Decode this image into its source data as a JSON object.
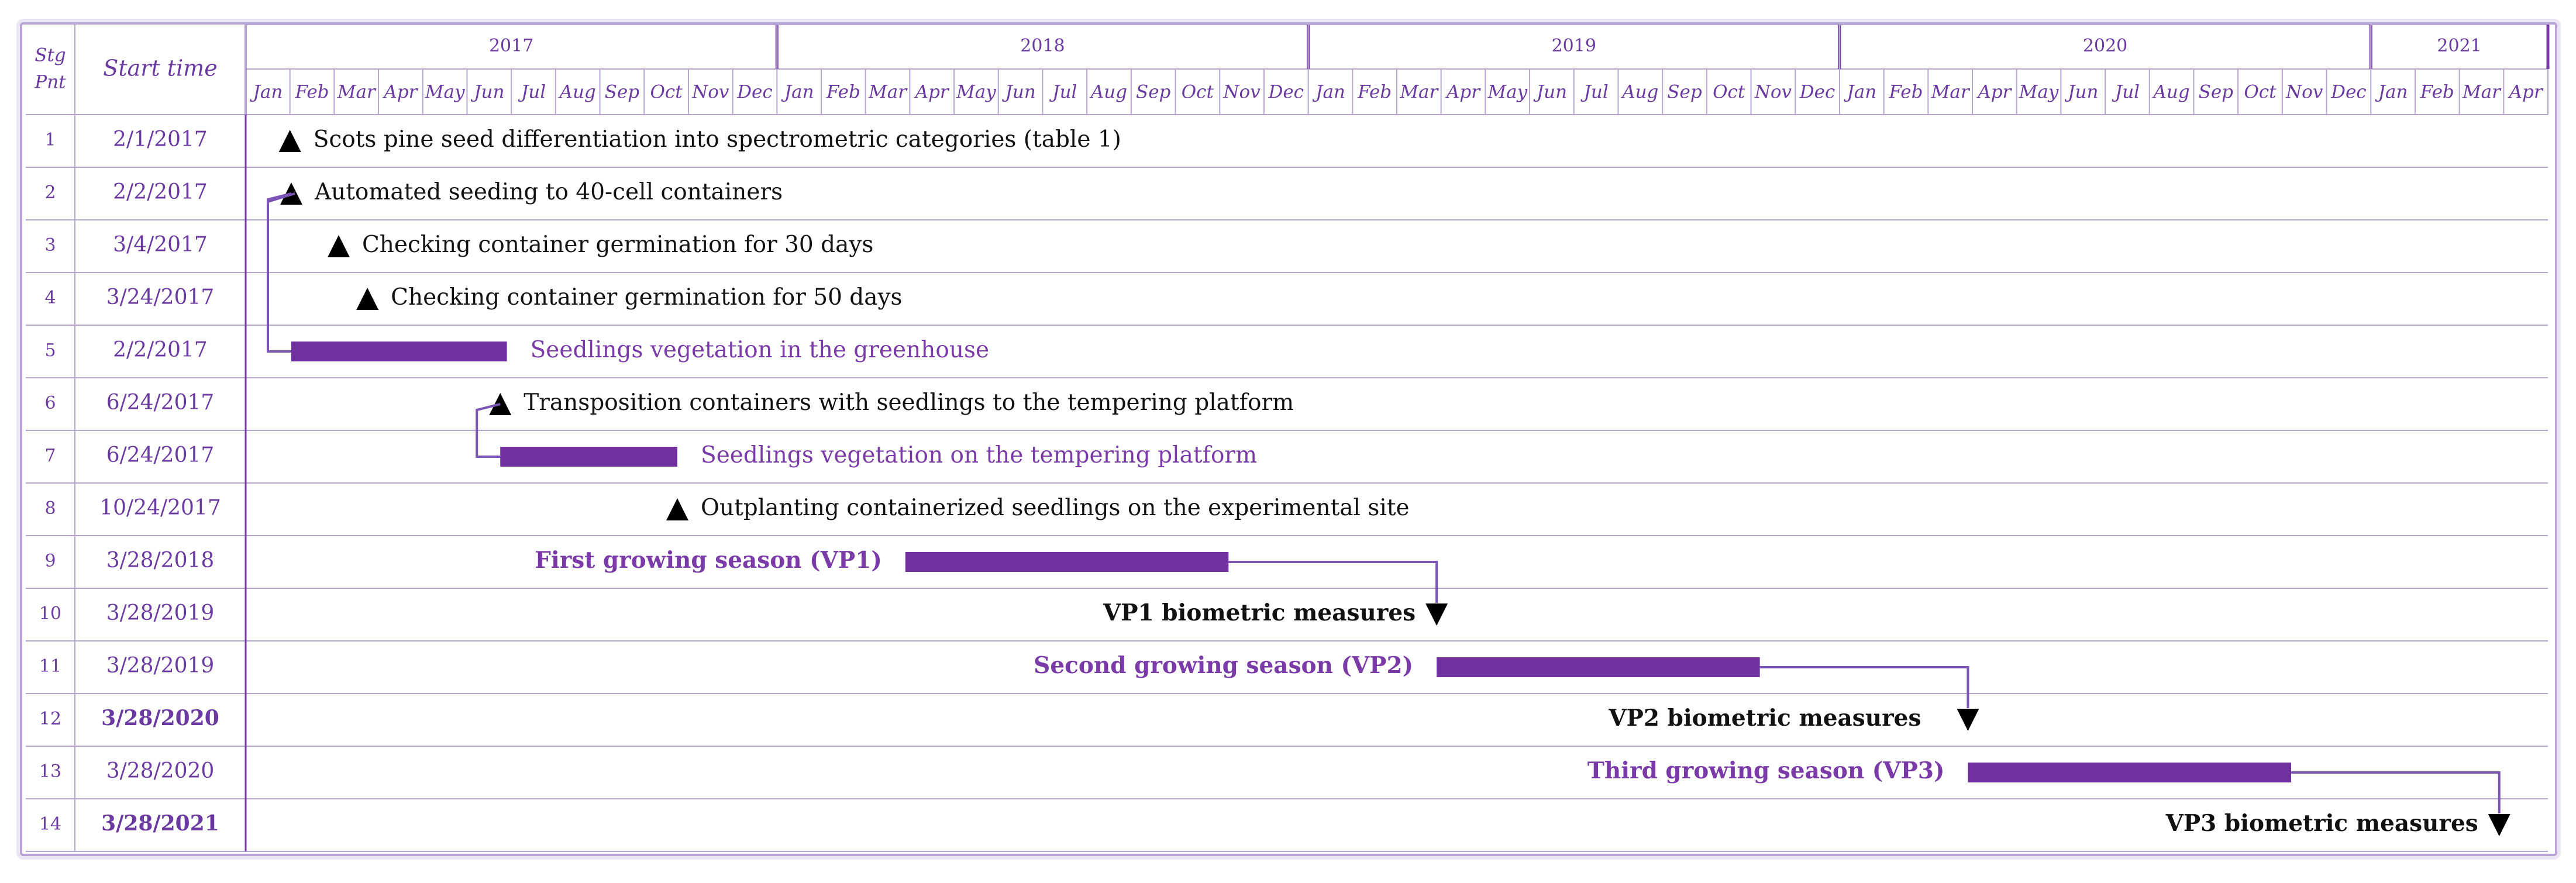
{
  "header": {
    "col_stage_line1": "Stg",
    "col_stage_line2": "Pnt",
    "col_start": "Start time"
  },
  "colors": {
    "bar": "#7030a0",
    "grid": "#b7a6d4",
    "text_purple": "#7a3aa8",
    "text_black": "#111111"
  },
  "chart_data": {
    "type": "gantt",
    "timeline": {
      "start": "2017-01",
      "end": "2021-04",
      "years": [
        {
          "label": "2017",
          "months": 12
        },
        {
          "label": "2018",
          "months": 12
        },
        {
          "label": "2019",
          "months": 12
        },
        {
          "label": "2020",
          "months": 12
        },
        {
          "label": "2021",
          "months": 4
        }
      ],
      "month_labels": [
        "Jan",
        "Feb",
        "Mar",
        "Apr",
        "May",
        "Jun",
        "Jul",
        "Aug",
        "Sep",
        "Oct",
        "Nov",
        "Dec"
      ]
    },
    "rows": [
      {
        "num": "1",
        "date": "2/1/2017",
        "bold_date": false,
        "kind": "milestone-up",
        "start": 1.0,
        "label": "Scots pine seed differentiation into spectrometric categories (table 1)",
        "label_side": "right",
        "label_color": "black",
        "label_bold": false
      },
      {
        "num": "2",
        "date": "2/2/2017",
        "bold_date": false,
        "kind": "milestone-up",
        "start": 1.03,
        "label": "Automated seeding to 40-cell containers",
        "label_side": "right",
        "label_color": "black",
        "label_bold": false
      },
      {
        "num": "3",
        "date": "3/4/2017",
        "bold_date": false,
        "kind": "milestone-up",
        "start": 2.1,
        "label": "Checking container germination for 30 days",
        "label_side": "right",
        "label_color": "black",
        "label_bold": false
      },
      {
        "num": "4",
        "date": "3/24/2017",
        "bold_date": false,
        "kind": "milestone-up",
        "start": 2.75,
        "label": "Checking container germination for 50 days",
        "label_side": "right",
        "label_color": "black",
        "label_bold": false
      },
      {
        "num": "5",
        "date": "2/2/2017",
        "bold_date": false,
        "kind": "bar",
        "start": 1.03,
        "end": 5.9,
        "label": "Seedlings vegetation in the greenhouse",
        "label_side": "right",
        "label_color": "purple",
        "label_bold": false
      },
      {
        "num": "6",
        "date": "6/24/2017",
        "bold_date": false,
        "kind": "milestone-up",
        "start": 5.75,
        "label": "Transposition containers with seedlings to the tempering platform",
        "label_side": "right",
        "label_color": "black",
        "label_bold": false
      },
      {
        "num": "7",
        "date": "6/24/2017",
        "bold_date": false,
        "kind": "bar",
        "start": 5.75,
        "end": 9.75,
        "label": "Seedlings vegetation on the tempering platform",
        "label_side": "right",
        "label_color": "purple",
        "label_bold": false
      },
      {
        "num": "8",
        "date": "10/24/2017",
        "bold_date": false,
        "kind": "milestone-up",
        "start": 9.75,
        "label": "Outplanting containerized seedlings on the experimental site",
        "label_side": "right",
        "label_color": "black",
        "label_bold": false
      },
      {
        "num": "9",
        "date": "3/28/2018",
        "bold_date": false,
        "kind": "bar",
        "start": 14.9,
        "end": 22.2,
        "label": "First growing season (VP1)",
        "label_side": "left",
        "label_color": "purple",
        "label_bold": true
      },
      {
        "num": "10",
        "date": "3/28/2019",
        "bold_date": false,
        "kind": "milestone-down",
        "start": 26.9,
        "label": "VP1 biometric measures",
        "label_side": "left",
        "label_color": "black",
        "label_bold": true
      },
      {
        "num": "11",
        "date": "3/28/2019",
        "bold_date": false,
        "kind": "bar",
        "start": 26.9,
        "end": 34.2,
        "label": "Second growing season (VP2)",
        "label_side": "left",
        "label_color": "purple",
        "label_bold": true
      },
      {
        "num": "12",
        "date": "3/28/2020",
        "bold_date": true,
        "kind": "milestone-down",
        "start": 38.9,
        "label": "VP2 biometric measures",
        "label_side": "left-far",
        "label_color": "black",
        "label_bold": true
      },
      {
        "num": "13",
        "date": "3/28/2020",
        "bold_date": false,
        "kind": "bar",
        "start": 38.9,
        "end": 46.2,
        "label": "Third growing season (VP3)",
        "label_side": "left",
        "label_color": "purple",
        "label_bold": true
      },
      {
        "num": "14",
        "date": "3/28/2021",
        "bold_date": true,
        "kind": "milestone-down",
        "start": 50.9,
        "label": "VP3 biometric measures",
        "label_side": "left",
        "label_color": "black",
        "label_bold": true
      }
    ],
    "links": [
      {
        "from": 1,
        "to": 4
      },
      {
        "from": 5,
        "to": 6
      },
      {
        "from": 8,
        "to": 9
      },
      {
        "from": 10,
        "to": 11
      },
      {
        "from": 12,
        "to": 13
      }
    ]
  }
}
